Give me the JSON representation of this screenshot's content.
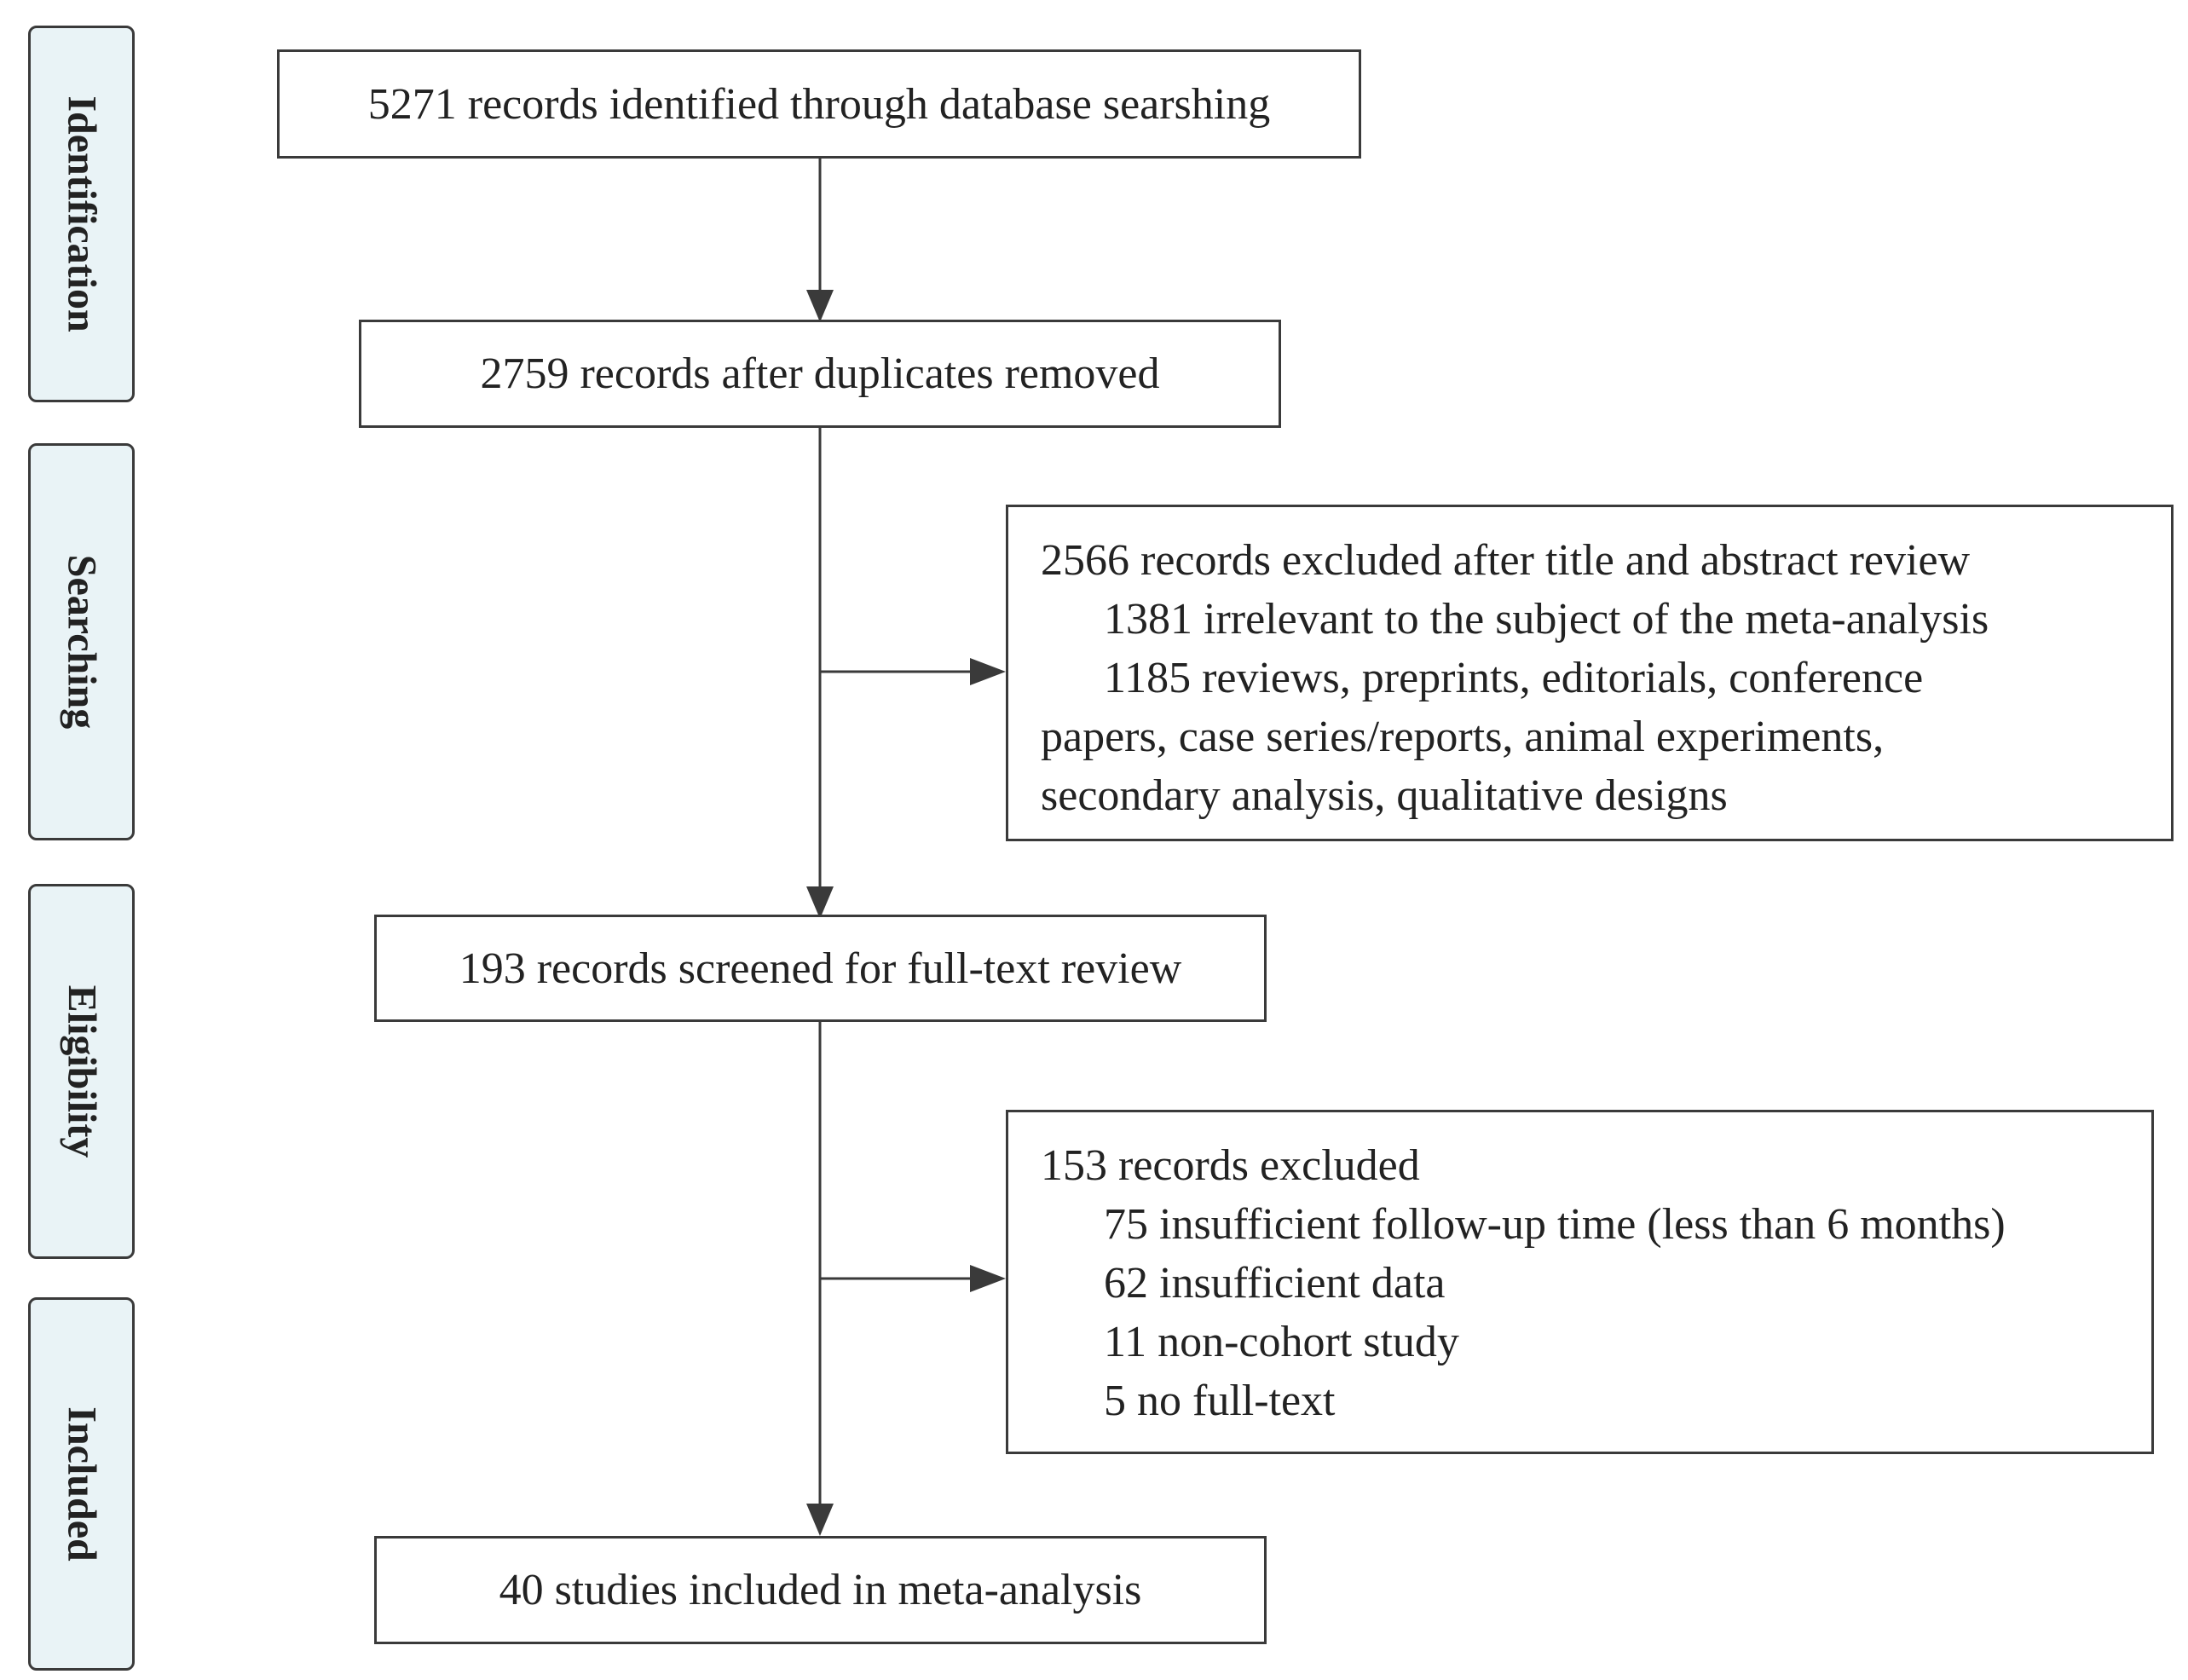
{
  "stages": [
    {
      "label": "Identification"
    },
    {
      "label": "Searching"
    },
    {
      "label": "Eligibility"
    },
    {
      "label": "Included"
    }
  ],
  "boxes": {
    "identified": "5271 records identified through database searshing",
    "deduplicated": "2759 records after duplicates removed",
    "screened": "193 records screened for full-text review",
    "included": "40 studies included in meta-analysis"
  },
  "exclusions": {
    "title_abstract": {
      "header": "2566 records excluded after title and abstract review",
      "item1": "1381 irrelevant to the subject of the meta-analysis",
      "item2_first": "1185 reviews, preprints, editorials, conference",
      "item2_rest1": "papers, case series/reports, animal experiments,",
      "item2_rest2": "secondary analysis, qualitative designs"
    },
    "full_text": {
      "header": "153 records excluded",
      "items": [
        "75 insufficient follow-up time (less than 6 months)",
        "62 insufficient data",
        "11 non-cohort study",
        "5 no full-text"
      ]
    }
  },
  "colors": {
    "stage_fill": "#e9f3f6",
    "border": "#3a3a3a",
    "text": "#222222"
  }
}
